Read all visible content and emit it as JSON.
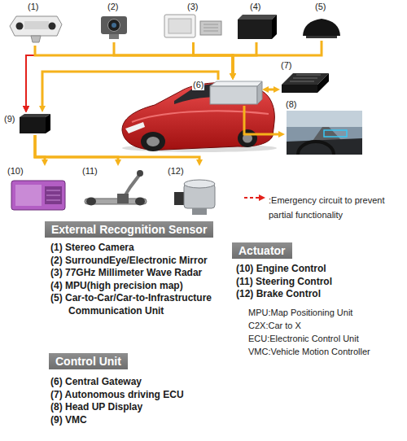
{
  "diagram": {
    "nodes": [
      {
        "text": [
          "(1)"
        ]
      },
      {
        "text": [
          "(2)"
        ]
      },
      {
        "text": [
          "(3)"
        ]
      },
      {
        "text": [
          "(4)"
        ]
      },
      {
        "text": [
          "(5)"
        ]
      },
      {
        "text": [
          "(6)"
        ]
      },
      {
        "text": [
          "(7)"
        ]
      },
      {
        "text": [
          "(8)"
        ]
      },
      {
        "text": [
          "(9)"
        ]
      },
      {
        "text": [
          "(10)"
        ]
      },
      {
        "text": [
          "(11)"
        ]
      },
      {
        "text": [
          "(12)"
        ]
      },
      {
        "text": [
          "External Recognition Sensor"
        ]
      },
      {
        "text": [
          "Actuator"
        ]
      },
      {
        "text": [
          "Control Unit"
        ]
      }
    ],
    "edges": [
      {
        "from": 0,
        "to": 5,
        "arrow": "to"
      },
      {
        "from": 1,
        "to": 5,
        "arrow": "to"
      },
      {
        "from": 2,
        "to": 5,
        "arrow": "to"
      },
      {
        "from": 3,
        "to": 5,
        "arrow": "to"
      },
      {
        "from": 4,
        "to": 5,
        "arrow": "to"
      },
      {
        "from": 0,
        "to": 8,
        "arrow": "to"
      },
      {
        "from": 1,
        "to": 8,
        "arrow": "to"
      },
      {
        "from": 2,
        "to": 8,
        "arrow": "to"
      },
      {
        "from": 3,
        "to": 8,
        "arrow": "to"
      },
      {
        "from": 4,
        "to": 8,
        "arrow": "to"
      },
      {
        "from": 5,
        "to": 8,
        "arrow": "to"
      },
      {
        "from": 5,
        "to": 6,
        "arrow": "both"
      },
      {
        "from": 5,
        "to": 7,
        "arrow": "to"
      },
      {
        "from": 8,
        "to": 9,
        "arrow": "to"
      },
      {
        "from": 8,
        "to": 10,
        "arrow": "to"
      },
      {
        "from": 8,
        "to": 11,
        "arrow": "to"
      }
    ],
    "labels": [
      "(1) Stereo Camera",
      "(2) SurroundEye/Electronic Mirror",
      "(3) 77GHz Millimeter Wave Radar",
      "(4) MPU(high precision map)",
      "(5) Car-to-Car/Car-to-Infrastructure Communication Unit",
      "(10) Engine Control",
      "(11) Steering Control",
      "(12) Brake Control",
      "MPU:Map Positioning Unit",
      "C2X:Car to X",
      "ECU:Electronic Control Unit",
      "VMC:Vehicle Motion Controller",
      "(6) Central Gateway",
      "(7) Autonomous driving ECU",
      "(8) Head UP Display",
      "(9) VMC"
    ],
    "legend": [
      {
        "text": ":Emergency circuit to prevent partial functionality"
      }
    ]
  }
}
